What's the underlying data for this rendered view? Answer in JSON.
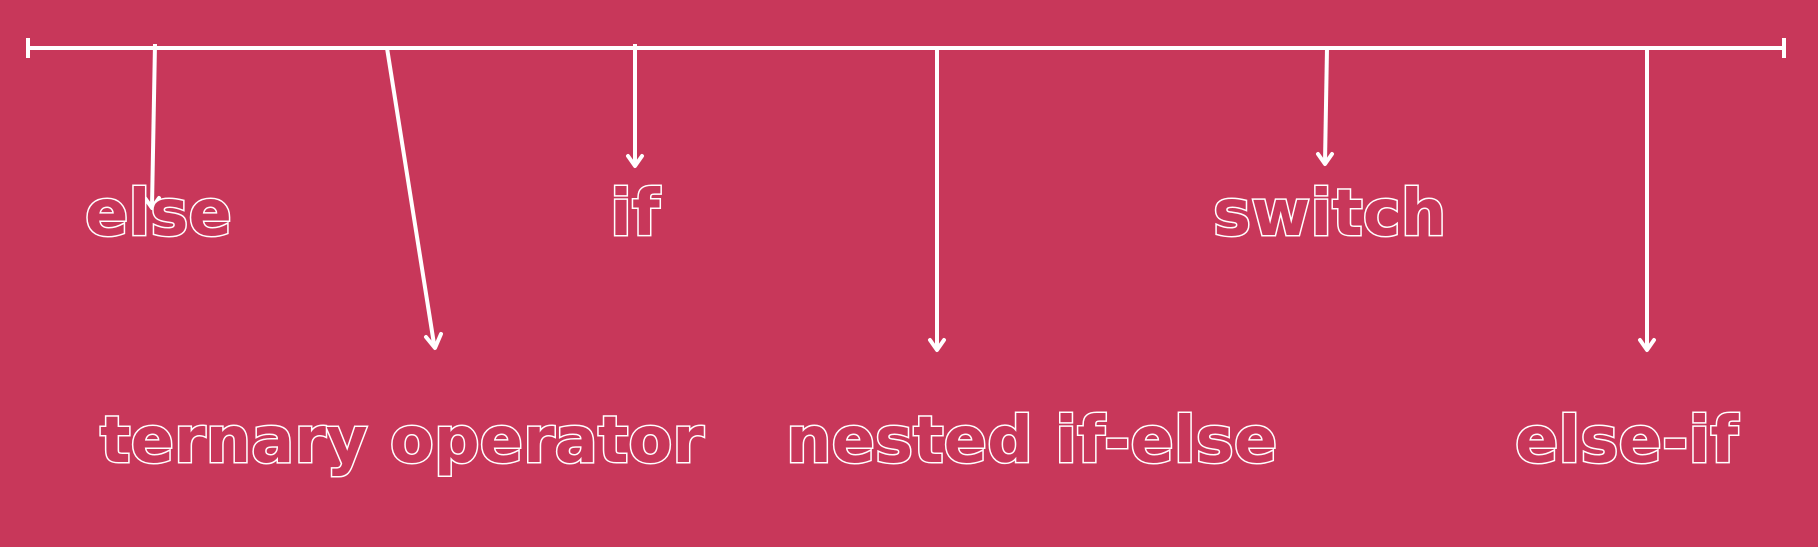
{
  "background_color": "#c8375a",
  "line_color": "#ffffff",
  "labels": {
    "else": "else",
    "ternary": "ternary operator",
    "if": "if",
    "nested": "nested if-else",
    "switch": "switch",
    "else_if": "else-if"
  }
}
